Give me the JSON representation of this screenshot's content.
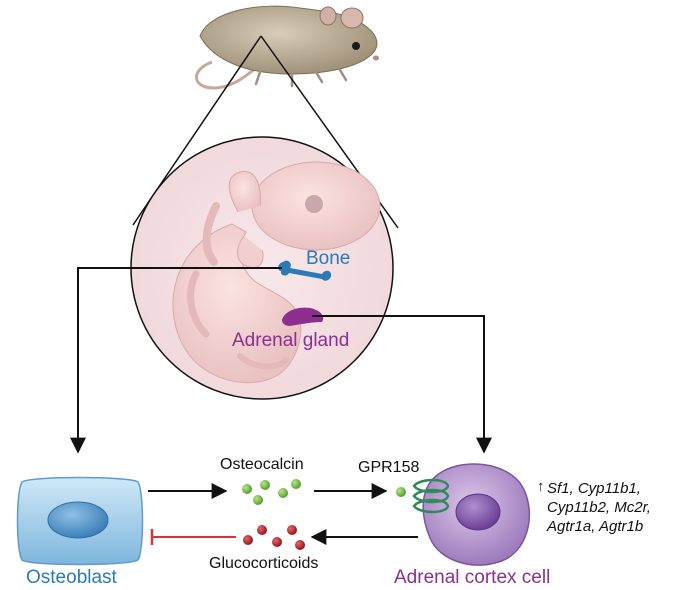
{
  "labels": {
    "bone": "Bone",
    "adrenal_gland": "Adrenal gland",
    "osteocalcin": "Osteocalcin",
    "gpr158": "GPR158",
    "glucocorticoids": "Glucocorticoids",
    "osteoblast": "Osteoblast",
    "adrenal_cortex_cell": "Adrenal cortex cell"
  },
  "genes": {
    "line1": "Sf1, Cyp11b1,",
    "line2": "Cyp11b2, Mc2r,",
    "line3": "Agtr1a, Agtr1b"
  },
  "icons": {
    "mouse": "mouse-illustration",
    "embryo": "mouse-embryo-illustration",
    "upregulation": "up-arrow"
  },
  "colors": {
    "bone_blue": "#2b7ab8",
    "adrenal_purple": "#8c2f90",
    "osteocalcin_green": "#6ab83a",
    "glucocorticoid_red": "#b3202a",
    "receptor_green": "#2e8b57",
    "inhibition_red": "#e03030"
  }
}
